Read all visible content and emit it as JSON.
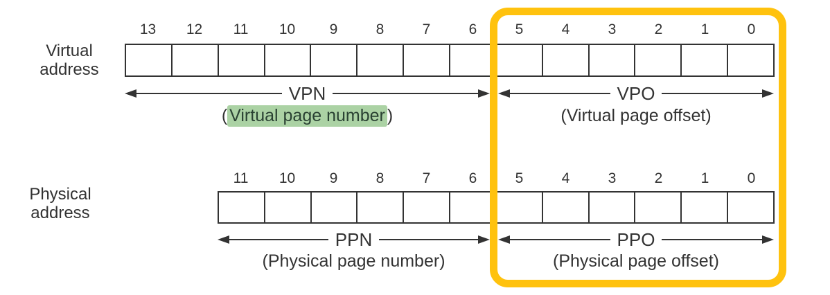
{
  "figure": {
    "colors": {
      "line": "#333333",
      "offset_frame": "#FFC20E",
      "vpn_highlight_bg": "#ABD2A4",
      "vpn_highlight_text": "#2A4233"
    },
    "rows": {
      "virtual": {
        "label_line1": "Virtual",
        "label_line2": "address",
        "bit_labels": [
          "13",
          "12",
          "11",
          "10",
          "9",
          "8",
          "7",
          "6",
          "5",
          "4",
          "3",
          "2",
          "1",
          "0"
        ],
        "left_field": {
          "abbr": "VPN",
          "open": "(",
          "name": "Virtual page number",
          "close": ")"
        },
        "right_field": {
          "abbr": "VPO",
          "open": "(",
          "name": "Virtual page offset",
          "close": ")"
        }
      },
      "physical": {
        "label_line1": "Physical",
        "label_line2": "address",
        "bit_labels": [
          "11",
          "10",
          "9",
          "8",
          "7",
          "6",
          "5",
          "4",
          "3",
          "2",
          "1",
          "0"
        ],
        "left_field": {
          "abbr": "PPN",
          "open": "(",
          "name": "Physical page number",
          "close": ")"
        },
        "right_field": {
          "abbr": "PPO",
          "open": "(",
          "name": "Physical page offset",
          "close": ")"
        }
      }
    }
  }
}
